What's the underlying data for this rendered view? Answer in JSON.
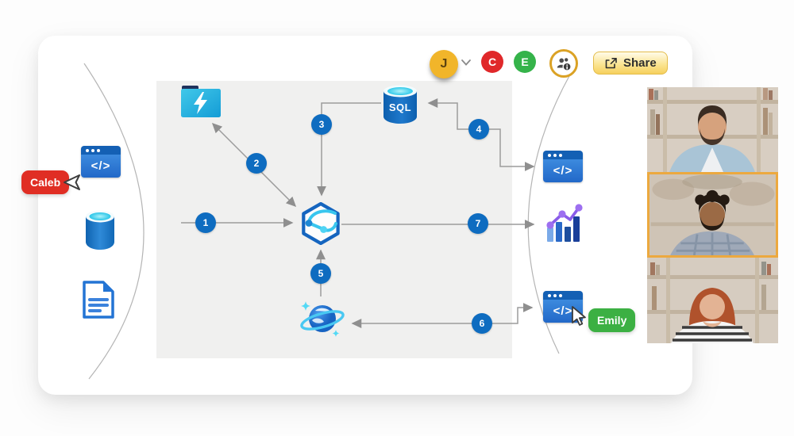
{
  "topbar": {
    "user": {
      "initial": "J"
    },
    "collaborators": [
      {
        "initial": "C",
        "color": "#e0282a"
      },
      {
        "initial": "E",
        "color": "#35b34a"
      }
    ],
    "share": {
      "label": "Share",
      "accent": "#f6d05e"
    }
  },
  "cursors": {
    "caleb": {
      "name": "Caleb",
      "color": "#e02e24"
    },
    "emily": {
      "name": "Emily",
      "color": "#3cb043"
    }
  },
  "icons": {
    "code_glyph": "</>",
    "sql_label": "SQL",
    "palette": [
      "code-window",
      "database-cylinder",
      "document"
    ],
    "nodes": [
      "function-app-folder",
      "sql-database",
      "synapse-hexagon",
      "cosmos-db-planet",
      "code-window-top",
      "analytics-chart",
      "code-window-bottom"
    ]
  },
  "diagram": {
    "steps": [
      "1",
      "2",
      "3",
      "4",
      "5",
      "6",
      "7"
    ],
    "step_color": "#0e6cc0",
    "line_color": "#9c9c9c",
    "canvas_color": "#f0f0ef"
  },
  "video_call": {
    "tiles": [
      {
        "active": false
      },
      {
        "active": true
      },
      {
        "active": false
      }
    ],
    "active_border": "#eca93f"
  }
}
